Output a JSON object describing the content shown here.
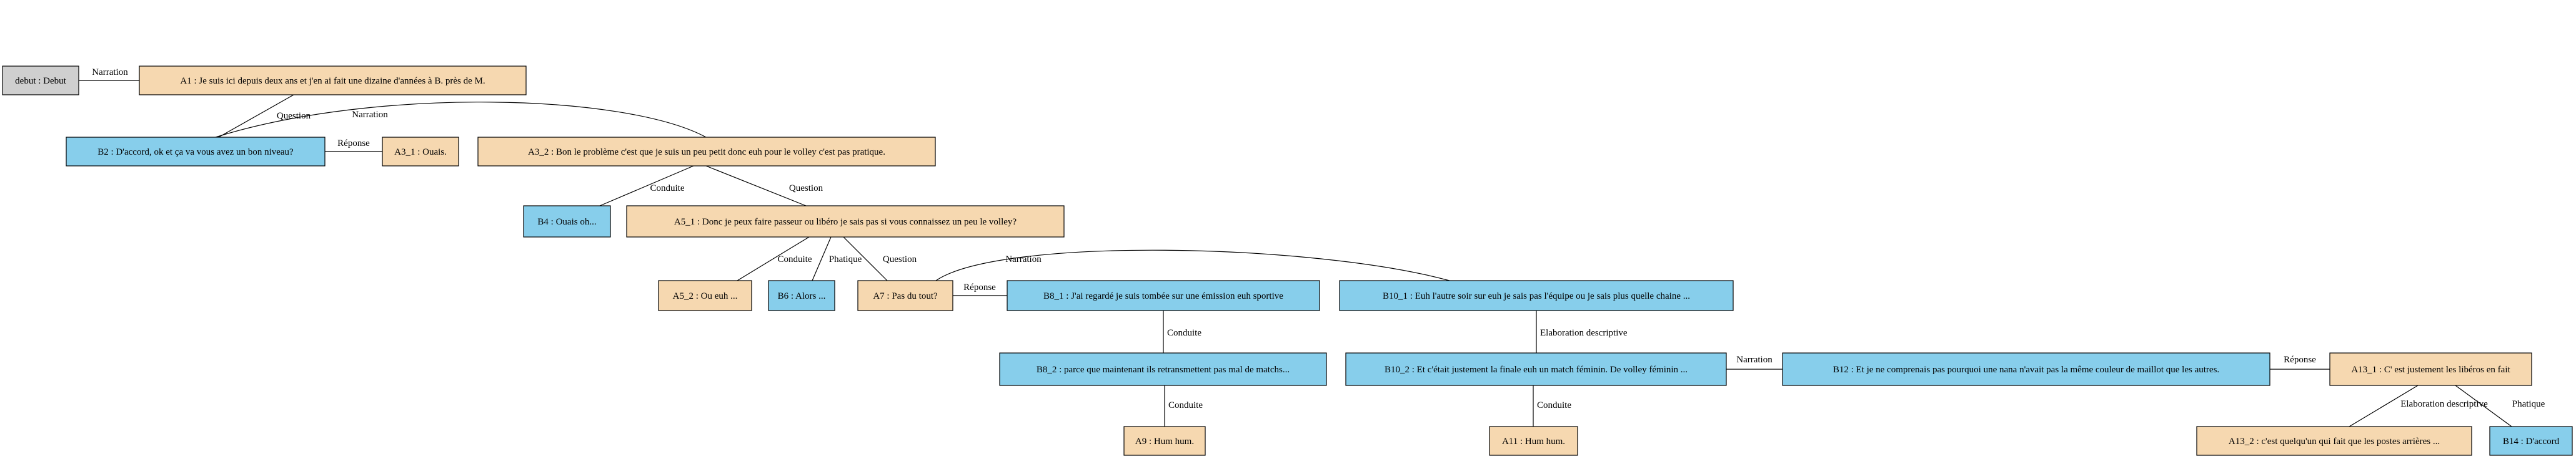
{
  "colors": {
    "grey": "#cfcfcf",
    "tan": "#f6d8b0",
    "blue": "#87ceeb",
    "stroke": "#000000"
  },
  "nodes": [
    {
      "id": "debut",
      "label": "debut : Debut",
      "color": "grey"
    },
    {
      "id": "A1",
      "label": "A1 : Je suis ici depuis deux ans et j'en ai fait une dizaine d'années à B. près de M.",
      "color": "tan"
    },
    {
      "id": "B2",
      "label": "B2 : D'accord, ok et ça va vous avez un bon niveau?",
      "color": "blue"
    },
    {
      "id": "A3_1",
      "label": "A3_1 : Ouais.",
      "color": "tan"
    },
    {
      "id": "A3_2",
      "label": "A3_2 : Bon le problème c'est que je suis un peu petit donc euh pour le volley c'est pas pratique.",
      "color": "tan"
    },
    {
      "id": "B4",
      "label": "B4 : Ouais oh...",
      "color": "blue"
    },
    {
      "id": "A5_1",
      "label": "A5_1 : Donc je peux faire passeur ou libéro je sais pas si vous connaissez un peu le volley?",
      "color": "tan"
    },
    {
      "id": "A5_2",
      "label": "A5_2 : Ou euh ...",
      "color": "tan"
    },
    {
      "id": "B6",
      "label": "B6 : Alors ...",
      "color": "blue"
    },
    {
      "id": "A7",
      "label": "A7 : Pas du tout?",
      "color": "tan"
    },
    {
      "id": "B8_1",
      "label": "B8_1 : J'ai regardé je suis tombée sur une émission euh sportive",
      "color": "blue"
    },
    {
      "id": "B10_1",
      "label": "B10_1 : Euh l'autre soir sur euh je sais pas l'équipe ou je sais plus quelle chaine ...",
      "color": "blue"
    },
    {
      "id": "B8_2",
      "label": "B8_2 : parce que maintenant ils retransmettent pas mal de matchs...",
      "color": "blue"
    },
    {
      "id": "B10_2",
      "label": "B10_2 : Et c'était justement la finale euh un match féminin. De volley féminin ...",
      "color": "blue"
    },
    {
      "id": "B12",
      "label": "B12 : Et je ne comprenais pas pourquoi une nana n'avait pas la même couleur de maillot que les autres.",
      "color": "blue"
    },
    {
      "id": "A13_1",
      "label": "A13_1 : C' est justement les libéros en fait",
      "color": "tan"
    },
    {
      "id": "A9",
      "label": "A9 : Hum hum.",
      "color": "tan"
    },
    {
      "id": "A11",
      "label": "A11 : Hum hum.",
      "color": "tan"
    },
    {
      "id": "A13_2",
      "label": "A13_2 : c'est quelqu'un qui fait que les postes arrières ...",
      "color": "tan"
    },
    {
      "id": "B14",
      "label": "B14 : D'accord",
      "color": "blue"
    }
  ],
  "edges": [
    {
      "from": "debut",
      "to": "A1",
      "label": "Narration"
    },
    {
      "from": "A1",
      "to": "B2",
      "label": "Question"
    },
    {
      "from": "B2",
      "to": "A3_1",
      "label": "Réponse"
    },
    {
      "from": "B2",
      "to": "A3_2",
      "label": "Narration"
    },
    {
      "from": "A3_2",
      "to": "B4",
      "label": "Conduite"
    },
    {
      "from": "A3_2",
      "to": "A5_1",
      "label": "Question"
    },
    {
      "from": "A5_1",
      "to": "A5_2",
      "label": "Conduite"
    },
    {
      "from": "A5_1",
      "to": "B6",
      "label": "Phatique"
    },
    {
      "from": "A5_1",
      "to": "A7",
      "label": "Question"
    },
    {
      "from": "A7",
      "to": "B8_1",
      "label": "Réponse"
    },
    {
      "from": "A7",
      "to": "B10_1",
      "label": "Narration"
    },
    {
      "from": "B8_1",
      "to": "B8_2",
      "label": "Conduite"
    },
    {
      "from": "B8_2",
      "to": "A9",
      "label": "Conduite"
    },
    {
      "from": "B10_1",
      "to": "B10_2",
      "label": "Elaboration descriptive"
    },
    {
      "from": "B10_2",
      "to": "A11",
      "label": "Conduite"
    },
    {
      "from": "B10_2",
      "to": "B12",
      "label": "Narration"
    },
    {
      "from": "B12",
      "to": "A13_1",
      "label": "Réponse"
    },
    {
      "from": "A13_1",
      "to": "A13_2",
      "label": "Elaboration descriptive"
    },
    {
      "from": "A13_1",
      "to": "B14",
      "label": "Phatique"
    }
  ]
}
